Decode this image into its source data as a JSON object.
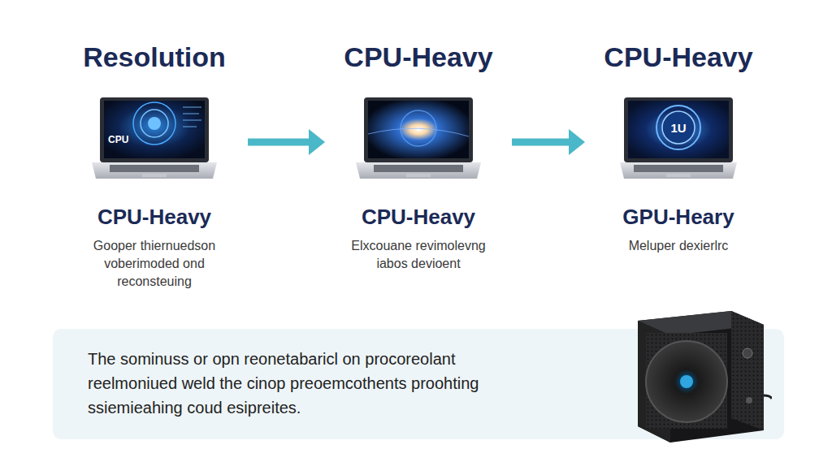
{
  "diagram": {
    "nodes": [
      {
        "text": [
          "Resolution",
          "CPU-Heavy",
          "Gooper thiernuedson voberimoded ond reconsteuing"
        ]
      },
      {
        "text": [
          "CPU-Heavy",
          "CPU-Heavy",
          "Elxcouane revimolevng iabos devioent"
        ]
      },
      {
        "text": [
          "CPU-Heavy",
          "GPU-Heary",
          "Meluper dexierlrc"
        ]
      },
      {
        "text": [
          "The sominuss or opn reonetabaricl on procoreolant reelmoniued weld the cinop preoemcothents proohting ssiemieahing coud esipreites."
        ]
      }
    ],
    "edges": [
      {
        "from": 0,
        "to": 1,
        "arrow": "to"
      },
      {
        "from": 1,
        "to": 2,
        "arrow": "to"
      }
    ],
    "labels": [
      "CPU",
      "1U"
    ]
  }
}
